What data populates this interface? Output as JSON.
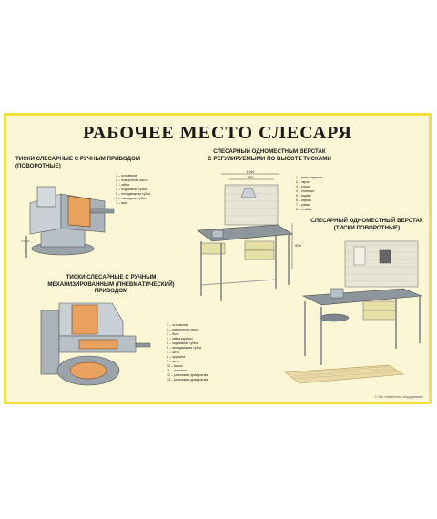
{
  "poster": {
    "title": "РАБОЧЕЕ МЕСТО СЛЕСАРЯ",
    "sections": {
      "manual_vise": "ТИСКИ СЛЕСАРНЫЕ С РУЧНЫМ ПРИВОДОМ (ПОВОРОТНЫЕ)",
      "pneumatic_vise_line1": "ТИСКИ СЛЕСАРНЫЕ С РУЧНЫМ",
      "pneumatic_vise_line2": "МЕХАНИЗИРОВАННЫМ (ПНЕВМАТИЧЕСКИЙ) ПРИВОДОМ",
      "adjustable_bench_line1": "СЛЕСАРНЫЙ ОДНОМЕСТНЫЙ ВЕРСТАК",
      "adjustable_bench_line2": "С РЕГУЛИРУЕМЫМИ ПО ВЫСОТЕ ТИСКАМИ",
      "rotary_bench_line1": "СЛЕСАРНЫЙ ОДНОМЕСТНЫЙ ВЕРСТАК",
      "rotary_bench_line2": "(ТИСКИ ПОВОРОТНЫЕ)"
    },
    "legend_manual": [
      "1 – основание",
      "2 – поворотная часть",
      "3 – гайка",
      "4 – подвижная губка",
      "5 – неподвижная губка",
      "6 – накладная губка",
      "7 – винт"
    ],
    "legend_bench": [
      "1 – винт подъема",
      "2 – экран",
      "3 – тиски",
      "4 – планшет",
      "5 – ящики",
      "6 – каркас",
      "7 – рамка",
      "8 – стойка"
    ],
    "legend_pneumatic": [
      "1 – основание",
      "2 – поворотная часть",
      "3 – болт",
      "4 – гайка каретки",
      "5 – подвижная губка",
      "6 – неподвижная губка",
      "7 – шток",
      "8 – пружина",
      "9 – шток",
      "10 – валик",
      "11 – поршень",
      "12 – резиновая диафрагма",
      "13 – резиновая диафрагма"
    ],
    "dimensions": {
      "width_top": "1040",
      "width_inner": "900",
      "height_side": "900"
    },
    "footer": "© ЗАО «Кабинетное оборудование»"
  },
  "colors": {
    "border": "#f0e23a",
    "background": "#fbf7d6",
    "metal": "#b7c0c6",
    "drawer": "#e6dfa6",
    "cutaway": "#e8a15f"
  }
}
